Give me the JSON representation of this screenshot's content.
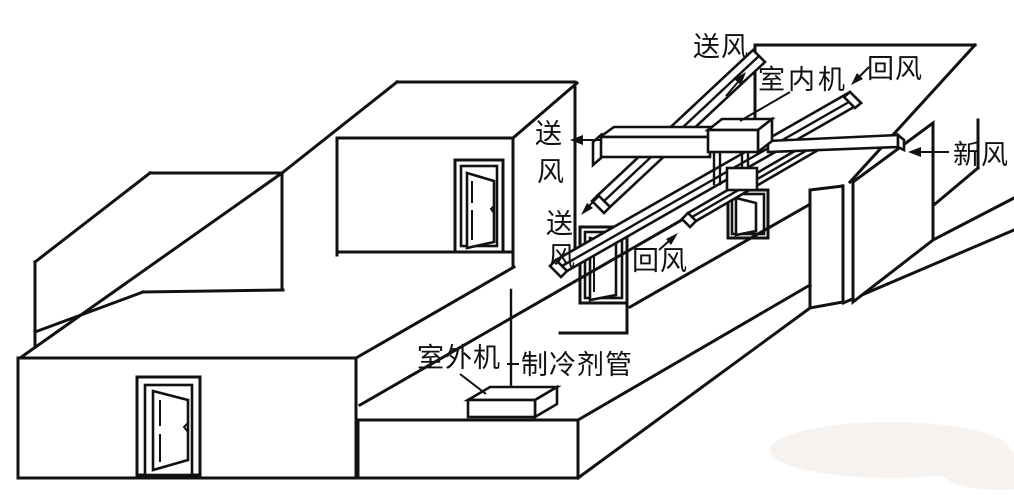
{
  "labels": {
    "supply_air_top": {
      "text": "送风"
    },
    "indoor_unit": {
      "text": "室内机"
    },
    "return_air_top": {
      "text": "回风"
    },
    "fresh_air": {
      "text": "新风"
    },
    "supply_air_mid": {
      "text": "送风",
      "chars": [
        "送",
        "风"
      ]
    },
    "supply_air_lower": {
      "text": "送风",
      "chars": [
        "送",
        "风"
      ]
    },
    "return_air_mid": {
      "text": "回风"
    },
    "outdoor_unit": {
      "text": "室外机"
    },
    "refrigerant_pipe": {
      "text": "制冷剂管"
    }
  },
  "colors": {
    "line": "#111111",
    "background": "#ffffff",
    "watermark": "#f5f2f0"
  }
}
